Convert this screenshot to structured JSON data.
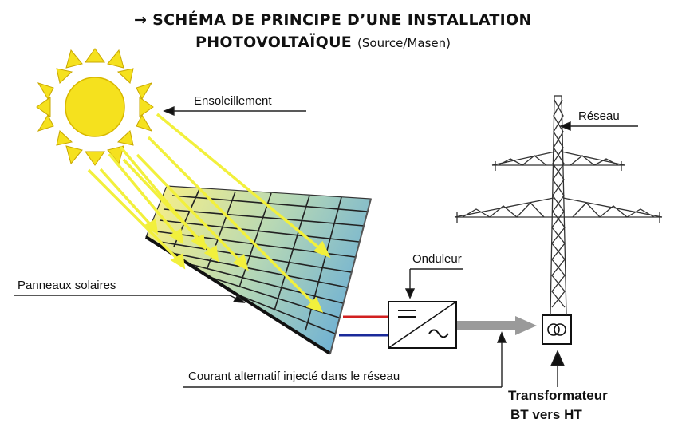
{
  "title": {
    "arrow": "→",
    "line1": "SCHÉMA DE PRINCIPE D’UNE INSTALLATION",
    "line2": "PHOTOVOLTAÏQUE",
    "source": "(Source/Masen)"
  },
  "labels": {
    "ensoleillement": "Ensoleillement",
    "reseau": "Réseau",
    "onduleur": "Onduleur",
    "panneaux": "Panneaux solaires",
    "courant": "Courant alternatif injecté dans le réseau",
    "transformateur_line1": "Transformateur",
    "transformateur_line2": "BT  vers HT"
  },
  "colors": {
    "sun": "#f5e11e",
    "ray": "#f2f03c",
    "panel_light": "#f0ec8c",
    "panel_dark": "#6aaed6",
    "wire_red": "#d22020",
    "wire_blue": "#1a2a9a",
    "ac_arrow": "#9a9a9a"
  }
}
